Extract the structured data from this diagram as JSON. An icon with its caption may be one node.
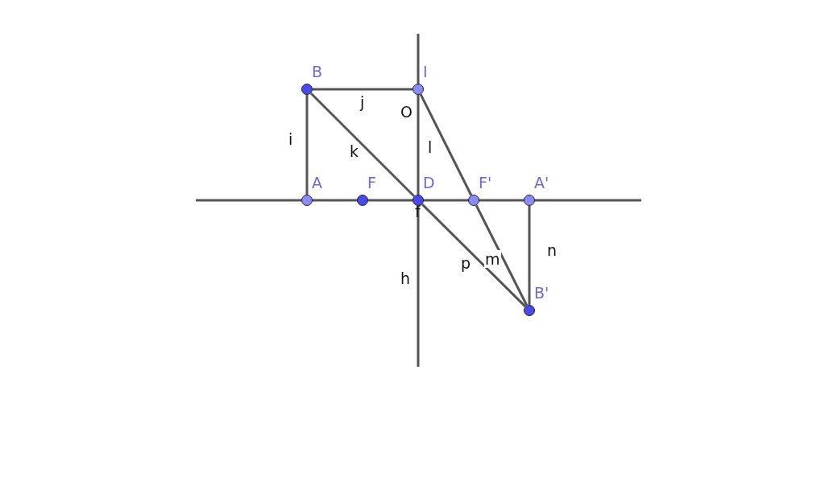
{
  "diagram": {
    "nodes": [
      {
        "text": [
          "B"
        ]
      },
      {
        "text": [
          "I"
        ]
      },
      {
        "text": [
          "A"
        ]
      },
      {
        "text": [
          "F"
        ]
      },
      {
        "text": [
          "D"
        ]
      },
      {
        "text": [
          "F'"
        ]
      },
      {
        "text": [
          "A'"
        ]
      },
      {
        "text": [
          "B'"
        ]
      }
    ],
    "edges": [
      {
        "from": 0,
        "to": 1,
        "arrow": "none",
        "label": "j"
      },
      {
        "from": 0,
        "to": 2,
        "arrow": "none",
        "label": "i"
      },
      {
        "from": 0,
        "to": 4,
        "arrow": "none",
        "label": "k"
      },
      {
        "from": 4,
        "to": 7,
        "arrow": "none",
        "label": "p"
      },
      {
        "from": 1,
        "to": 5,
        "arrow": "none",
        "label": "l"
      },
      {
        "from": 5,
        "to": 7,
        "arrow": "none",
        "label": "m"
      },
      {
        "from": 6,
        "to": 7,
        "arrow": "none",
        "label": "n"
      }
    ],
    "labels": [
      "O",
      "f",
      "h"
    ]
  }
}
